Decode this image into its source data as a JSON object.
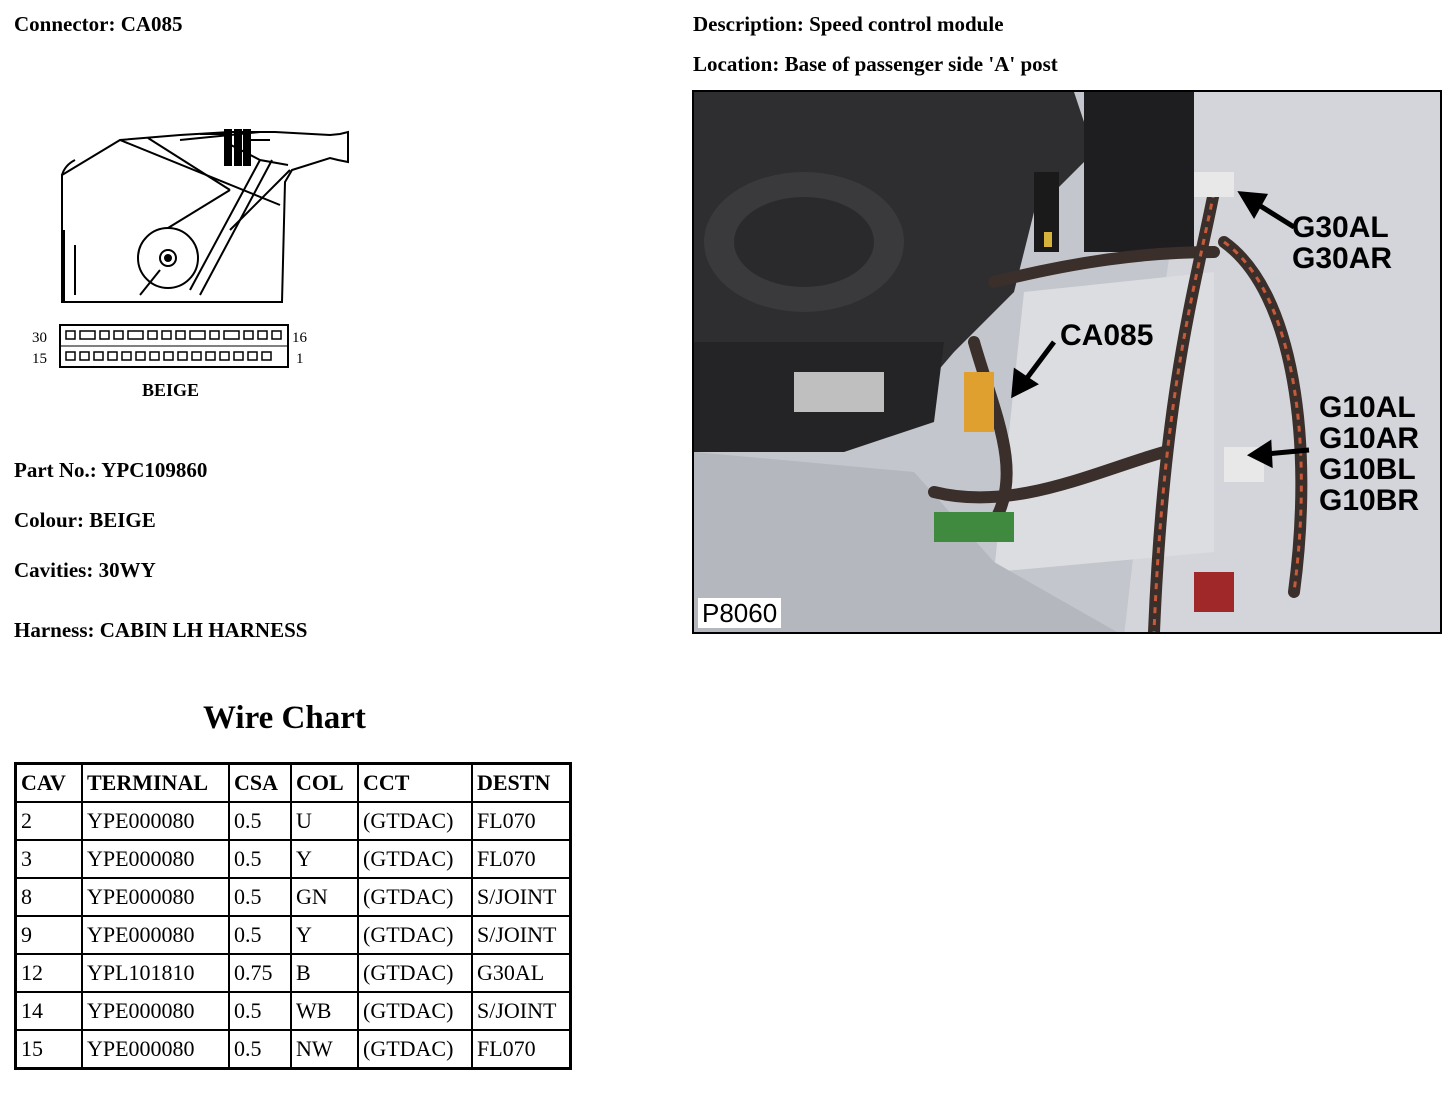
{
  "connector": "Connector: CA085",
  "description": "Description: Speed control module",
  "location": "Location: Base of passenger side 'A' post",
  "diagram": {
    "pin_30": "30",
    "pin_16": "16",
    "pin_15": "15",
    "pin_1": "1",
    "colour_label": "BEIGE"
  },
  "part_no": "Part No.: YPC109860",
  "colour": "Colour: BEIGE",
  "cavities": "Cavities: 30WY",
  "harness": "Harness: CABIN LH HARNESS",
  "wire_chart_title": "Wire Chart",
  "table": {
    "headers": [
      "CAV",
      "TERMINAL",
      "CSA",
      "COL",
      "CCT",
      "DESTN"
    ],
    "rows": [
      [
        "2",
        "YPE000080",
        "0.5",
        "U",
        "(GTDAC)",
        "FL070"
      ],
      [
        "3",
        "YPE000080",
        "0.5",
        "Y",
        "(GTDAC)",
        "FL070"
      ],
      [
        "8",
        "YPE000080",
        "0.5",
        "GN",
        "(GTDAC)",
        "S/JOINT"
      ],
      [
        "9",
        "YPE000080",
        "0.5",
        "Y",
        "(GTDAC)",
        "S/JOINT"
      ],
      [
        "12",
        "YPL101810",
        "0.75",
        "B",
        "(GTDAC)",
        "G30AL"
      ],
      [
        "14",
        "YPE000080",
        "0.5",
        "WB",
        "(GTDAC)",
        "S/JOINT"
      ],
      [
        "15",
        "YPE000080",
        "0.5",
        "NW",
        "(GTDAC)",
        "FL070"
      ]
    ]
  },
  "photo": {
    "callouts": {
      "g30al": "G30AL",
      "g30ar": "G30AR",
      "ca085": "CA085",
      "g10al": "G10AL",
      "g10ar": "G10AR",
      "g10bl": "G10BL",
      "g10br": "G10BR"
    },
    "photo_id": "P8060"
  }
}
